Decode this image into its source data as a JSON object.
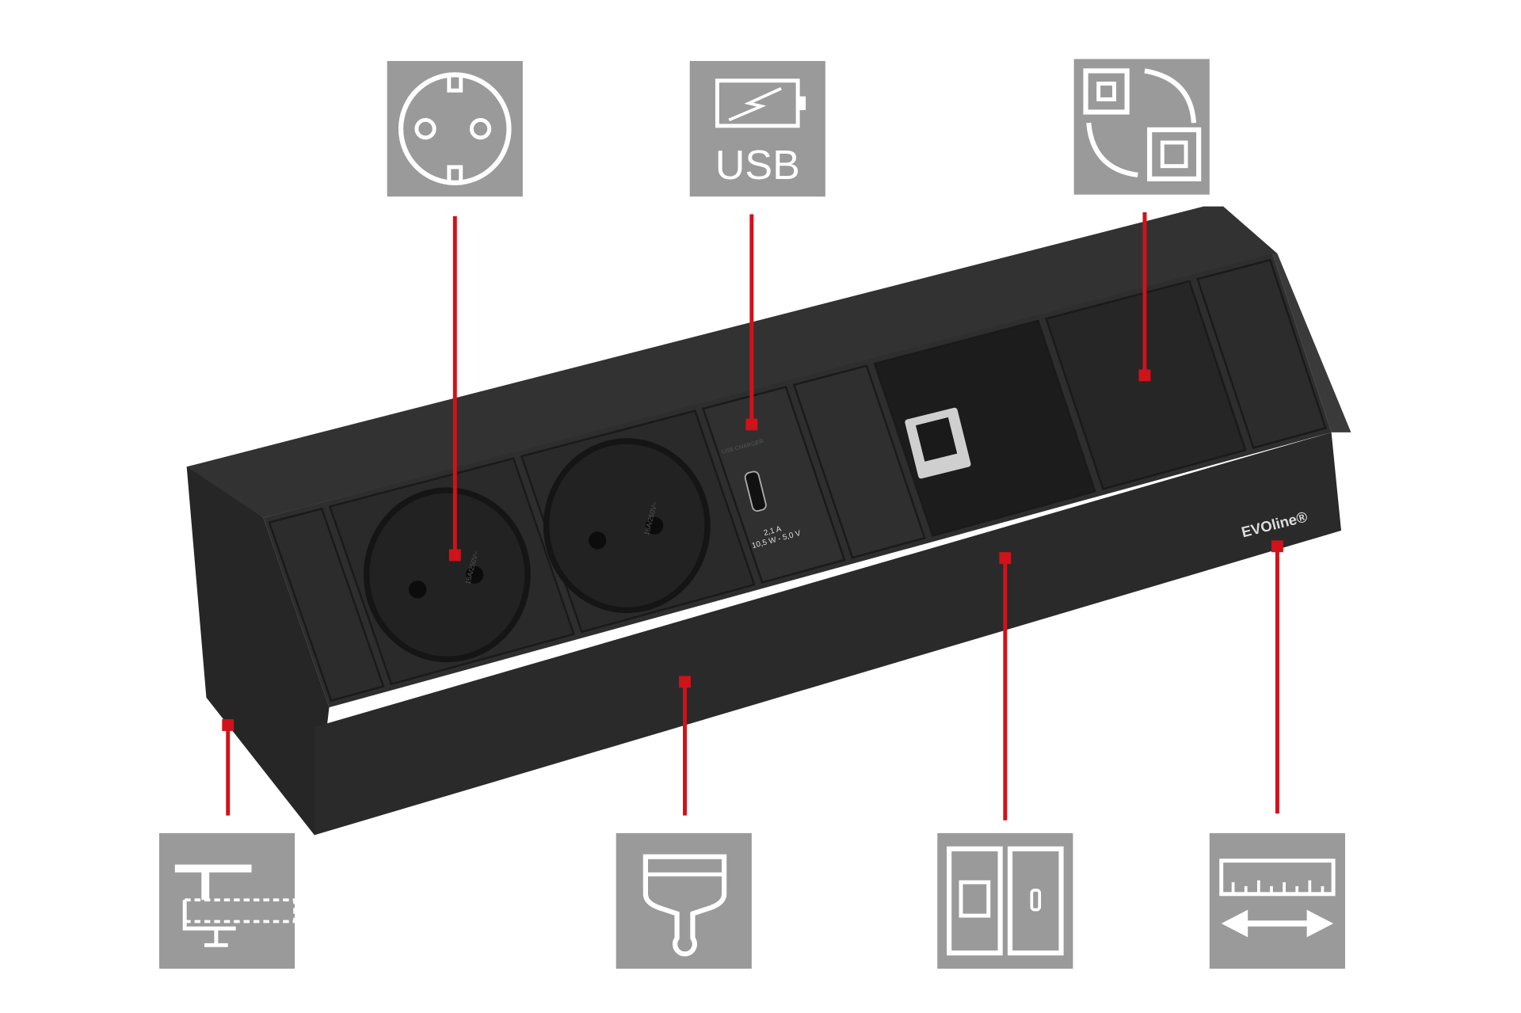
{
  "colors": {
    "icon_bg": "#9a9a9a",
    "icon_fg": "#ffffff",
    "callout": "#d0121b",
    "body": "#2b2b2b"
  },
  "icons": {
    "top": [
      {
        "name": "schuko-socket-icon"
      },
      {
        "name": "usb-charger-icon",
        "label": "USB"
      },
      {
        "name": "interchangeable-module-icon"
      }
    ],
    "bottom": [
      {
        "name": "table-clamp-mount-icon"
      },
      {
        "name": "paint-brush-icon"
      },
      {
        "name": "data-module-icon"
      },
      {
        "name": "length-ruler-icon"
      }
    ]
  },
  "product": {
    "brand": "EVOline®",
    "usb_module": {
      "caption": "USB CHARGER",
      "current": "2,1 A",
      "power": "10,5 W - 5,0 V"
    },
    "socket_rating": "16A/250V~"
  }
}
